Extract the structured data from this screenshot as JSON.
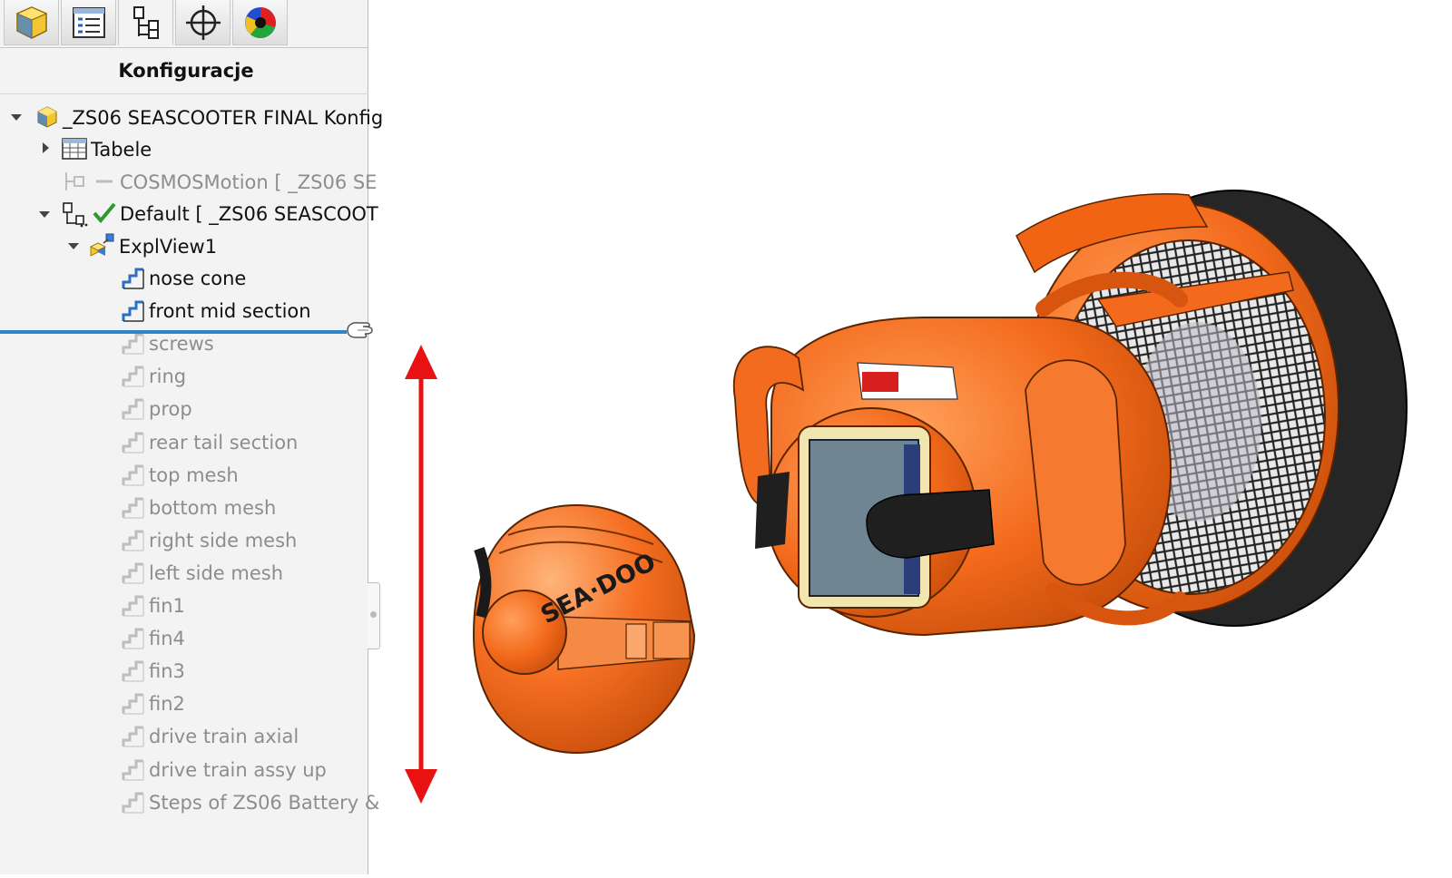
{
  "panel": {
    "title": "Konfiguracje",
    "toolbar": [
      {
        "name": "feature-manager-tab",
        "icon": "part-cube-icon"
      },
      {
        "name": "property-manager-tab",
        "icon": "property-list-icon"
      },
      {
        "name": "configuration-manager-tab",
        "icon": "configuration-tree-icon",
        "active": true
      },
      {
        "name": "dimxpert-manager-tab",
        "icon": "crosshair-icon"
      },
      {
        "name": "display-manager-tab",
        "icon": "color-sphere-icon"
      }
    ],
    "tree": {
      "root": "_ZS06 SEASCOOTER FINAL Konfig",
      "tables": "Tabele",
      "cosmos": "COSMOSMotion [ _ZS06 SE",
      "default_config": "Default [ _ZS06 SEASCOOT",
      "explview": "ExplView1",
      "steps_active": [
        "nose cone",
        "front mid section"
      ],
      "steps_suppressed": [
        "screws",
        "ring",
        "prop",
        "rear tail section",
        "top mesh",
        "bottom mesh",
        "right side mesh",
        "left side mesh",
        "fin1",
        "fin4",
        "fin3",
        "fin2",
        "drive train axial",
        "drive train assy up",
        "Steps of ZS06 Battery &"
      ]
    }
  },
  "viewport": {
    "logo_text": "SEA·DOO",
    "colors": {
      "body": "#f36a1c",
      "dark": "#222222",
      "arrow": "#e81212",
      "rollback": "#2e86c9"
    }
  }
}
